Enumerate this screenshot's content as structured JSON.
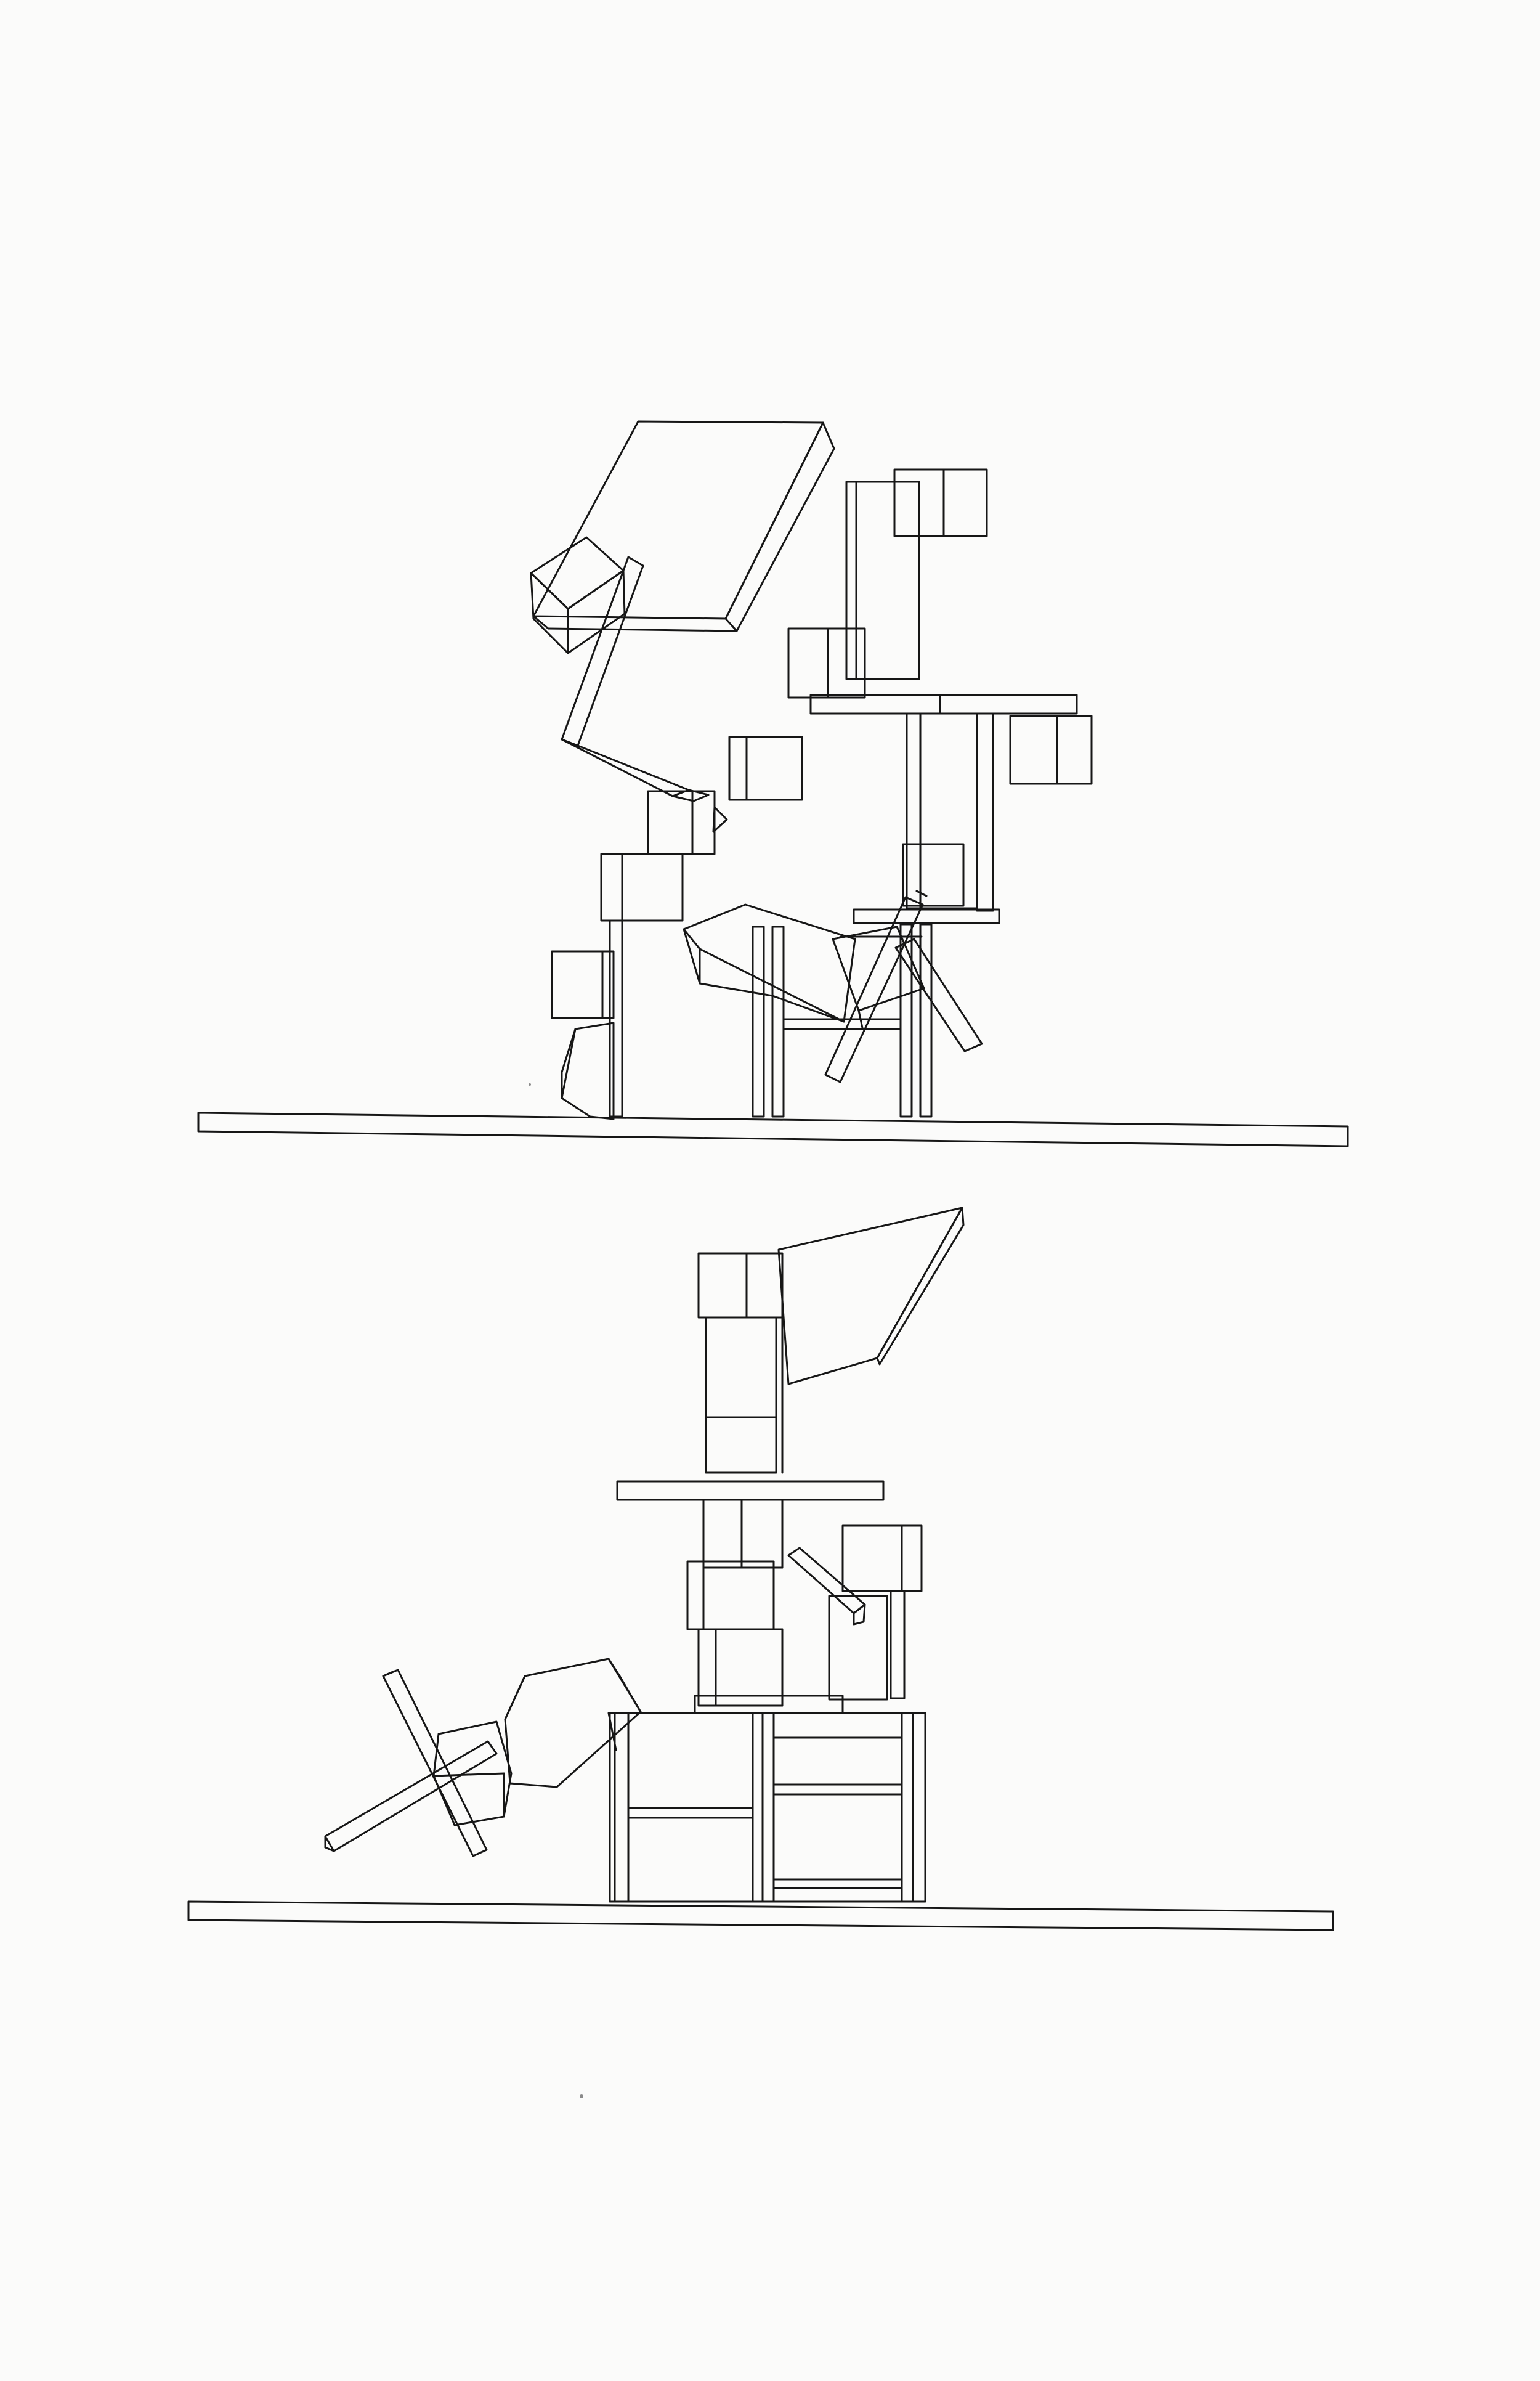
{
  "sheet": {
    "background": "#fbfbfa",
    "line_color": "#161616"
  },
  "drawings": [
    {
      "id": "elevation-top",
      "content": "line-drawing-of-stacked-boxes-and-beams-on-ground-slab"
    },
    {
      "id": "elevation-bottom",
      "content": "line-drawing-of-stacked-boxes-and-beams-on-ground-slab"
    }
  ]
}
